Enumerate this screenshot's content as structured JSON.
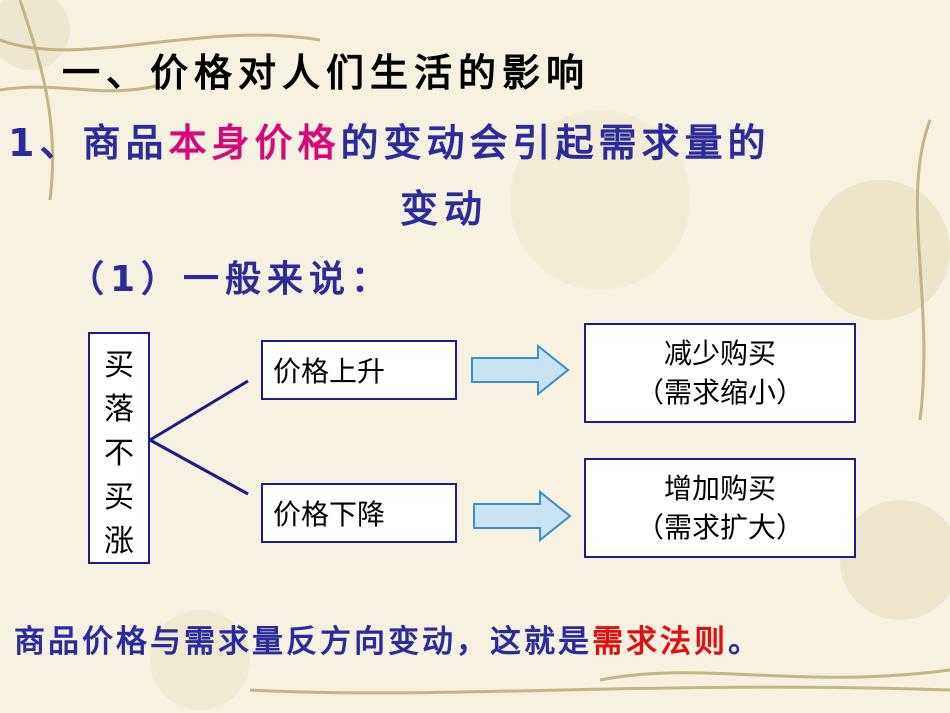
{
  "title": "一、价格对人们生活的影响",
  "heading2": {
    "prefix": "1、商品",
    "highlight": "本身价格",
    "suffix": "的变动会引起需求量的",
    "line2": "变动"
  },
  "sub": "（1）一般来说：",
  "vertical_chars": [
    "买",
    "落",
    "不",
    "买",
    "涨"
  ],
  "price_up": "价格上升",
  "price_down": "价格下降",
  "result_up": {
    "line1": "减少购买",
    "line2": "（需求缩小）"
  },
  "result_down": {
    "line1": "增加购买",
    "line2": "（需求扩大）"
  },
  "conclusion": {
    "prefix": "商品价格与需求量反方向变动，这就是",
    "highlight": "需求法则",
    "suffix": "。"
  },
  "colors": {
    "accent_blue": "#2b2b9c",
    "highlight_pink": "#d6097a",
    "highlight_red": "#e01010",
    "arrow_fill": "#c9e3f2"
  }
}
